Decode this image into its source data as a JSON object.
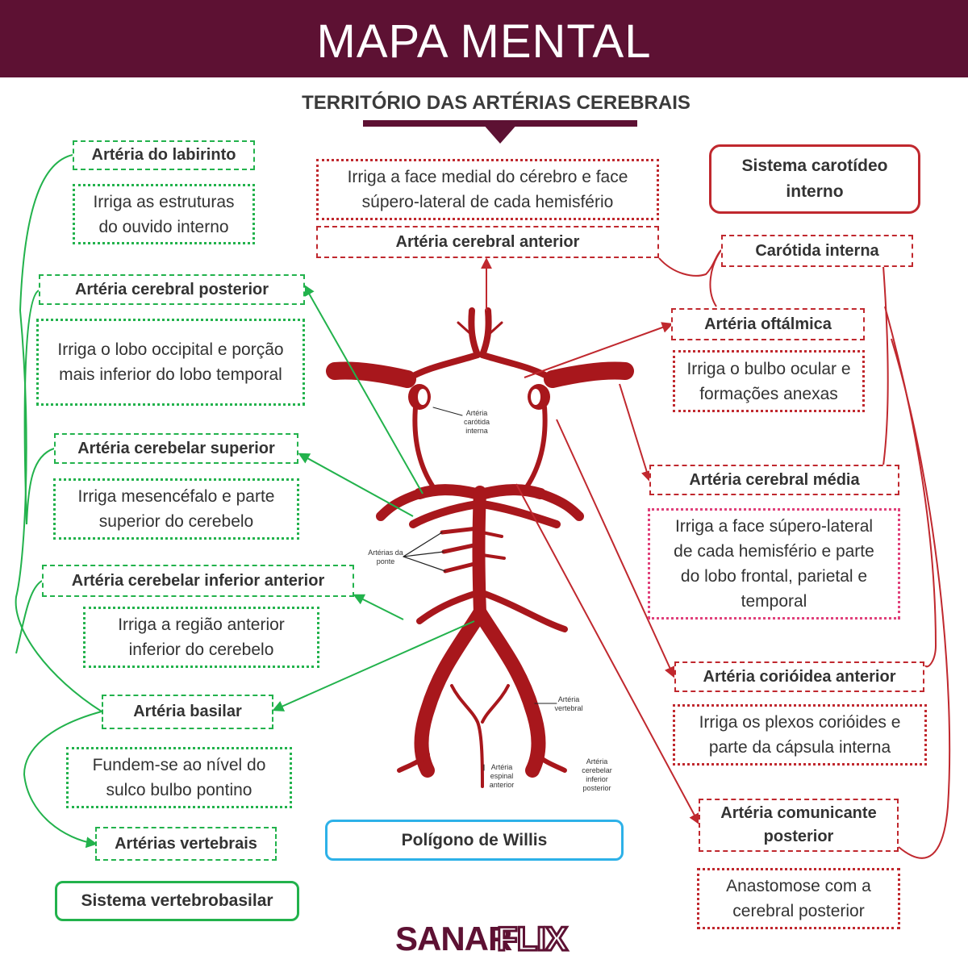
{
  "header": {
    "title": "MAPA MENTAL"
  },
  "subtitle": "TERRITÓRIO DAS ARTÉRIAS CEREBRAIS",
  "left": {
    "labirinto": {
      "title": "Artéria do labirinto",
      "desc": "Irriga as estruturas do ouvido interno"
    },
    "cerebral_posterior": {
      "title": "Artéria cerebral posterior",
      "desc": "Irriga o lobo occipital e porção mais inferior do lobo temporal"
    },
    "cerebelar_superior": {
      "title": "Artéria cerebelar superior",
      "desc": "Irriga mesencéfalo e parte superior do cerebelo"
    },
    "cerebelar_inferior_anterior": {
      "title": "Artéria cerebelar inferior anterior",
      "desc": "Irriga a região anterior inferior do cerebelo"
    },
    "basilar": {
      "title": "Artéria basilar",
      "desc": "Fundem-se ao nível do sulco bulbo pontino"
    },
    "vertebrais": {
      "title": "Artérias vertebrais"
    },
    "system": "Sistema vertebrobasilar"
  },
  "center": {
    "anterior_desc": "Irriga a face medial do cérebro e face súpero-lateral de cada hemisfério",
    "anterior_title": "Artéria cerebral anterior",
    "polygon": "Polígono de Willis",
    "labels": {
      "carotida": "Artéria carótida interna",
      "ponte": "Artérias da ponte",
      "vertebral": "Artéria vertebral",
      "espinal": "Artéria espinal anterior",
      "cerebelar_post": "Artéria cerebelar inferior posterior"
    }
  },
  "right": {
    "system": "Sistema carotídeo interno",
    "carotida": "Carótida interna",
    "oftalmica": {
      "title": "Artéria oftálmica",
      "desc": "Irriga o bulbo ocular e formações anexas"
    },
    "cerebral_media": {
      "title": "Artéria cerebral média",
      "desc": "Irriga a face súpero-lateral de cada hemisfério e parte do lobo frontal, parietal e temporal"
    },
    "corioidea": {
      "title": "Artéria corióidea anterior",
      "desc": "Irriga os plexos corióides e parte da cápsula interna"
    },
    "comunicante": {
      "title": "Artéria comunicante posterior",
      "desc": "Anastomose com a cerebral posterior"
    }
  },
  "logo": {
    "text": "SANAR FLIX"
  },
  "colors": {
    "header": "#5d1133",
    "green": "#22b24c",
    "red": "#c0282e",
    "pink": "#e0407a",
    "blue": "#2db1e8",
    "artery": "#a8171c"
  }
}
